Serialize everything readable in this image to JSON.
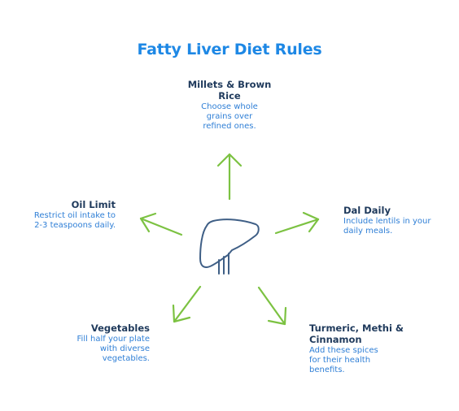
{
  "title": "Fatty Liver Diet Rules",
  "icons": {
    "center": "liver-icon"
  },
  "colors": {
    "title": "#1e88e5",
    "heading": "#1f3a5c",
    "description": "#2f7fd6",
    "arrow": "#7cc242",
    "icon_stroke": "#3f5f86"
  },
  "rules": {
    "millets": {
      "heading": "Millets & Brown Rice",
      "description": "Choose whole grains over refined ones."
    },
    "dal": {
      "heading": "Dal Daily",
      "description": "Include lentils in your daily meals."
    },
    "turmeric": {
      "heading": "Turmeric, Methi & Cinnamon",
      "description": "Add these spices for their health benefits."
    },
    "vegetables": {
      "heading": "Vegetables",
      "description": "Fill half your plate with diverse vegetables."
    },
    "oil": {
      "heading": "Oil Limit",
      "description": "Restrict oil intake to 2-3 teaspoons daily."
    }
  }
}
